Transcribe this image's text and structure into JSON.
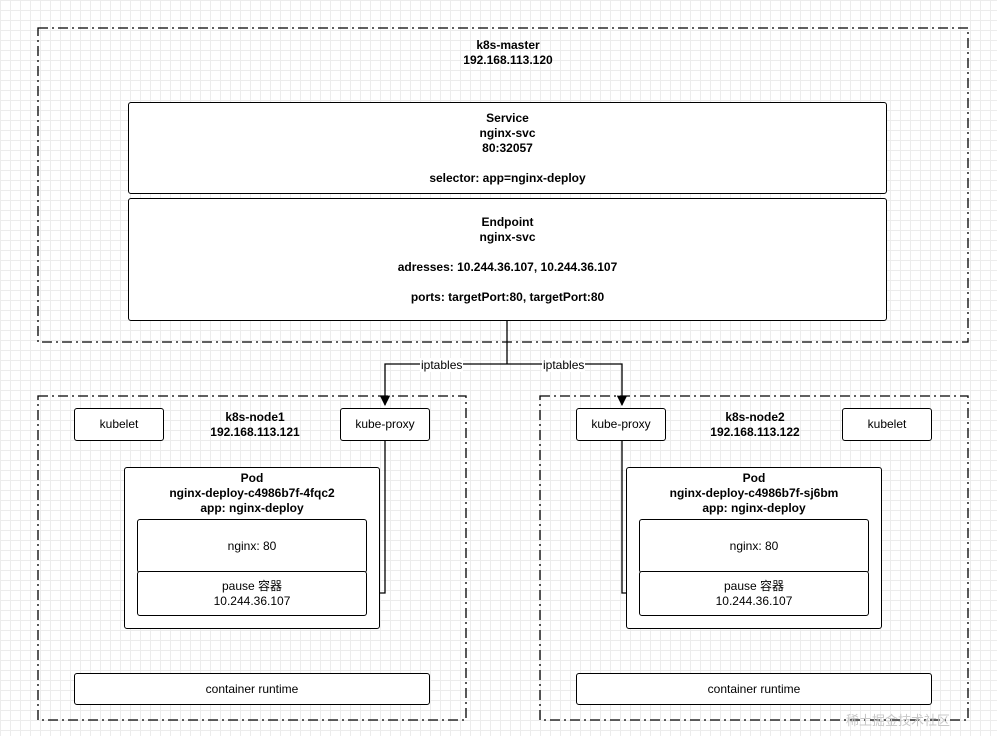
{
  "master": {
    "name": "k8s-master",
    "ip": "192.168.113.120",
    "service": {
      "title": "Service",
      "name": "nginx-svc",
      "port": "80:32057",
      "selector": "selector: app=nginx-deploy"
    },
    "endpoint": {
      "title": "Endpoint",
      "name": "nginx-svc",
      "addresses": "adresses: 10.244.36.107, 10.244.36.107",
      "ports": "ports: targetPort:80, targetPort:80"
    }
  },
  "links": {
    "left": "iptables",
    "right": "iptables"
  },
  "node1": {
    "name": "k8s-node1",
    "ip": "192.168.113.121",
    "kubelet": "kubelet",
    "kube_proxy": "kube-proxy",
    "pod": {
      "title": "Pod",
      "name": "nginx-deploy-c4986b7f-4fqc2",
      "label": "app: nginx-deploy",
      "container": "nginx: 80",
      "pause": "pause 容器",
      "pause_ip": "10.244.36.107"
    },
    "runtime": "container runtime"
  },
  "node2": {
    "name": "k8s-node2",
    "ip": "192.168.113.122",
    "kubelet": "kubelet",
    "kube_proxy": "kube-proxy",
    "pod": {
      "title": "Pod",
      "name": "nginx-deploy-c4986b7f-sj6bm",
      "label": "app: nginx-deploy",
      "container": "nginx: 80",
      "pause": "pause 容器",
      "pause_ip": "10.244.36.107"
    },
    "runtime": "container runtime"
  },
  "watermark": "稀土掘金技术社区"
}
